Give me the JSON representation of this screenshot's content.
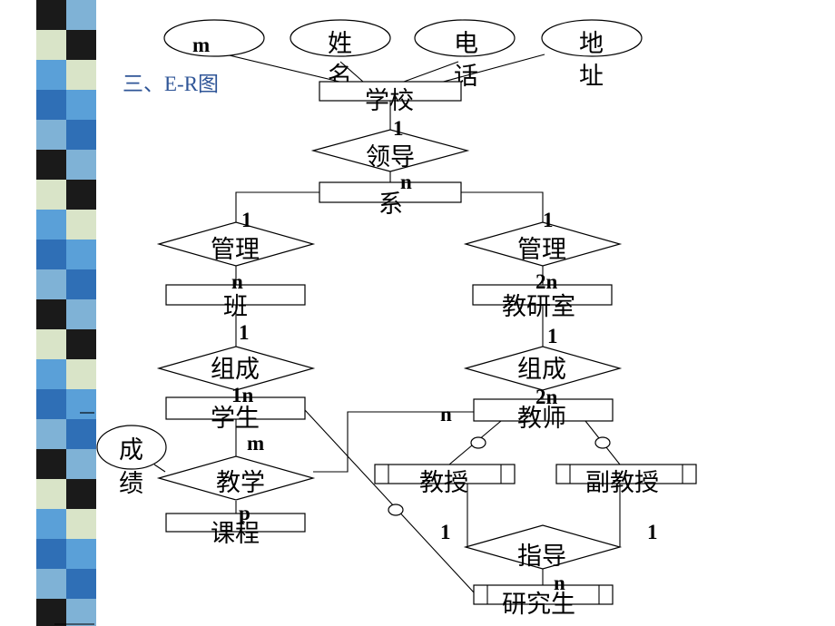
{
  "section": {
    "prefix": "三、",
    "title_tail": "E-R图"
  },
  "stripe_colors": [
    "#1a1a1a",
    "#2f6fb6",
    "#d9e4c8",
    "#7fb2d6",
    "#5aa0d8"
  ],
  "entities": {
    "school": "学校",
    "department": "系",
    "class": "班",
    "teaching_office": "教研室",
    "student": "学生",
    "teacher": "教师",
    "professor": "教授",
    "associate_professor": "副教授",
    "course": "课程",
    "grad_student": "研究生"
  },
  "attributes": {
    "m": "m",
    "name_line1": "姓",
    "name_line2": "名",
    "phone_line1": "电",
    "phone_line2": "话",
    "address_line1": "地",
    "address_line2": "址",
    "grade_line1": "成",
    "grade_line2": "绩"
  },
  "relationships": {
    "lead": "领导",
    "manage_left": "管理",
    "manage_right": "管理",
    "compose_left": "组成",
    "compose_right": "组成",
    "teach": "教学",
    "guide": "指导"
  },
  "cardinalities": {
    "school_lead": "1",
    "lead_dept": "n",
    "dept_manage_left": "1",
    "dept_manage_right": "1",
    "manage_class": "n",
    "manage_office": "2n",
    "class_compose": "1",
    "office_compose": "1",
    "compose_student": "1n",
    "compose_teacher": "2n",
    "student_teach": "m",
    "teacher_teach": "n",
    "course_teach": "p",
    "prof_guide": "1",
    "assoc_guide": "1",
    "guide_grad": "n"
  }
}
